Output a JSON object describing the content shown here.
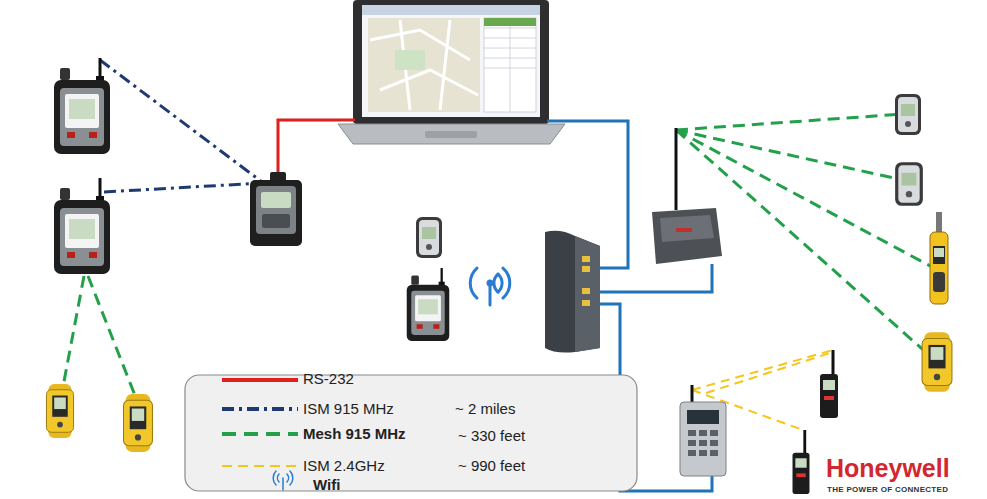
{
  "diagram": {
    "labels": [
      "~ 2 miles",
      "~ 330 feet",
      "~ 990 feet",
      "Honeywell",
      "THE POWER OF CONNECTED"
    ],
    "legend": [
      {
        "text": "RS-232"
      },
      {
        "text": "ISM 915 MHz"
      },
      {
        "text": "Mesh 915 MHz"
      },
      {
        "text": "ISM 2.4GHz"
      },
      {
        "text": "Wifi"
      }
    ]
  }
}
